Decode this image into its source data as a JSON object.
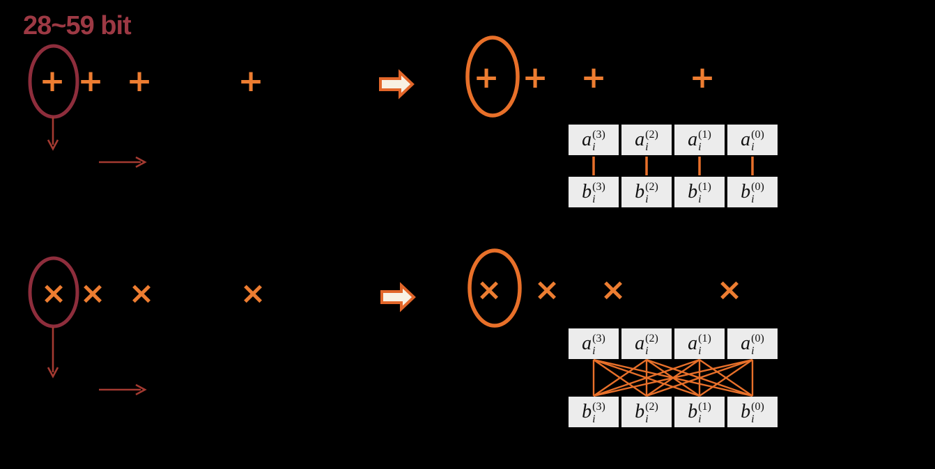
{
  "label_bits": "28~59 bit",
  "colors": {
    "background": "#000000",
    "operator_orange": "#ed7d31",
    "sketch_orange": "#e8702a",
    "sketch_maroon": "#8e2e3c",
    "arrow_red": "#a43a31",
    "title_red": "#9d3944",
    "block_arrow_fill": "#f8f1e4",
    "block_arrow_stroke": "#e2662a",
    "cell_background": "#ececec",
    "cell_text": "#111111"
  },
  "addition": {
    "ops_left": [
      "+",
      "+",
      "+",
      "+"
    ],
    "ops_right": [
      "+",
      "+",
      "+",
      "+"
    ],
    "vector_a": [
      {
        "base": "a",
        "sup": "(3)",
        "sub": "i"
      },
      {
        "base": "a",
        "sup": "(2)",
        "sub": "i"
      },
      {
        "base": "a",
        "sup": "(1)",
        "sub": "i"
      },
      {
        "base": "a",
        "sup": "(0)",
        "sub": "i"
      }
    ],
    "vector_b": [
      {
        "base": "b",
        "sup": "(3)",
        "sub": "i"
      },
      {
        "base": "b",
        "sup": "(2)",
        "sub": "i"
      },
      {
        "base": "b",
        "sup": "(1)",
        "sub": "i"
      },
      {
        "base": "b",
        "sup": "(0)",
        "sub": "i"
      }
    ],
    "connections": "one-to-one vertical lines between a and b cells"
  },
  "multiplication": {
    "ops_left": [
      "×",
      "×",
      "×",
      "×"
    ],
    "ops_right": [
      "×",
      "×",
      "×",
      "×"
    ],
    "vector_a": [
      {
        "base": "a",
        "sup": "(3)",
        "sub": "i"
      },
      {
        "base": "a",
        "sup": "(2)",
        "sub": "i"
      },
      {
        "base": "a",
        "sup": "(1)",
        "sub": "i"
      },
      {
        "base": "a",
        "sup": "(0)",
        "sub": "i"
      }
    ],
    "vector_b": [
      {
        "base": "b",
        "sup": "(3)",
        "sub": "i"
      },
      {
        "base": "b",
        "sup": "(2)",
        "sub": "i"
      },
      {
        "base": "b",
        "sup": "(1)",
        "sub": "i"
      },
      {
        "base": "b",
        "sup": "(0)",
        "sub": "i"
      }
    ],
    "connections": "all-to-all crossing lines between a and b cells"
  },
  "icons": {
    "highlight": "hand-drawn-ellipse",
    "transform": "right-block-arrow",
    "down": "down-arrow",
    "right": "right-arrow"
  }
}
